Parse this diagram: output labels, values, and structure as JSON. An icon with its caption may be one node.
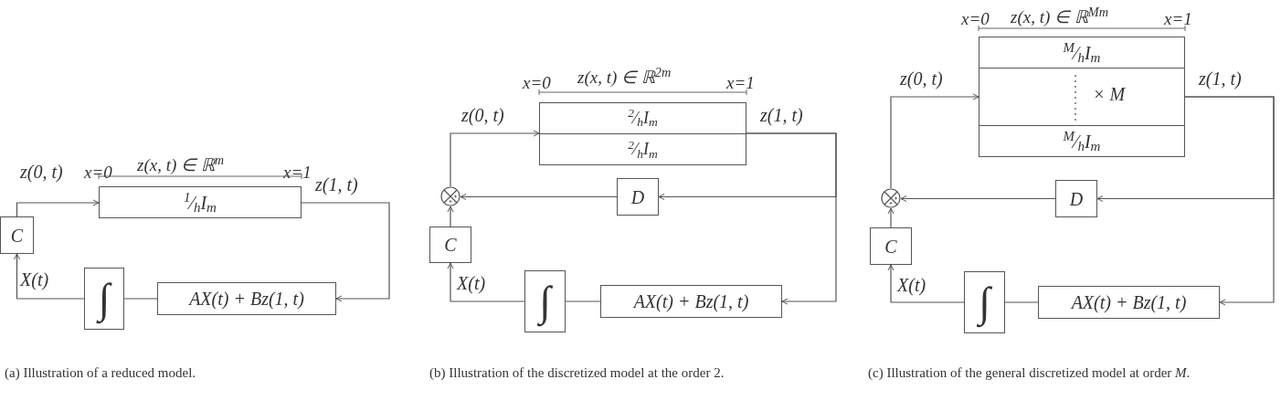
{
  "diagram": {
    "nodes": [
      {
        "text": [
          "C"
        ]
      },
      {
        "text": [
          "∫"
        ]
      },
      {
        "text": [
          "AX(t) + Bz(1, t)"
        ]
      },
      {
        "text": [
          "$^{1}$⁄$_{h}$I$_{m}$"
        ]
      },
      {
        "text": [
          "C"
        ]
      },
      {
        "text": [
          "∫"
        ]
      },
      {
        "text": [
          "AX(t) + Bz(1, t)"
        ]
      },
      {
        "text": [
          "D"
        ]
      },
      {
        "text": [],
        "shape": "circle"
      },
      {
        "text": [
          "$^{2}$⁄$_{h}$I$_{m}$",
          "$^{2}$⁄$_{h}$I$_{m}$"
        ]
      },
      {
        "text": [
          "C"
        ]
      },
      {
        "text": [
          "∫"
        ]
      },
      {
        "text": [
          "AX(t) + Bz(1, t)"
        ]
      },
      {
        "text": [
          "D"
        ]
      },
      {
        "text": [],
        "shape": "circle"
      },
      {
        "text": [
          "× M"
        ]
      },
      {
        "text": [
          "$^{M}$⁄$_{h}$I$_{m}$"
        ],
        "in": 15
      },
      {
        "text": [
          "$^{M}$⁄$_{h}$I$_{m}$"
        ],
        "in": 15
      }
    ],
    "edges": [
      {
        "from": 0,
        "to": 3,
        "arrow": "to",
        "label": "z(0, t)"
      },
      {
        "from": 3,
        "to": 2,
        "arrow": "to",
        "label": "z(1, t)"
      },
      {
        "from": 2,
        "to": 1,
        "arrow": "none"
      },
      {
        "from": 1,
        "to": 0,
        "arrow": "to",
        "label": "X(t)"
      },
      {
        "from": 4,
        "to": 8,
        "arrow": "to"
      },
      {
        "from": 8,
        "to": 9,
        "arrow": "to",
        "label": "z(0, t)"
      },
      {
        "from": 9,
        "to": 6,
        "arrow": "to",
        "label": "z(1, t)"
      },
      {
        "from": 9,
        "to": 7,
        "arrow": "to"
      },
      {
        "from": 7,
        "to": 8,
        "arrow": "to"
      },
      {
        "from": 6,
        "to": 5,
        "arrow": "none"
      },
      {
        "from": 5,
        "to": 4,
        "arrow": "to",
        "label": "X(t)"
      },
      {
        "from": 10,
        "to": 14,
        "arrow": "to"
      },
      {
        "from": 14,
        "to": 15,
        "arrow": "to",
        "label": "z(0, t)"
      },
      {
        "from": 15,
        "to": 12,
        "arrow": "to",
        "label": "z(1, t)"
      },
      {
        "from": 15,
        "to": 13,
        "arrow": "to"
      },
      {
        "from": 13,
        "to": 14,
        "arrow": "to"
      },
      {
        "from": 12,
        "to": 11,
        "arrow": "none"
      },
      {
        "from": 11,
        "to": 10,
        "arrow": "to",
        "label": "X(t)"
      }
    ],
    "labels": [
      "x=0",
      "z(x, t) ∈ ℝ$^{m}$",
      "x=1",
      "x=0",
      "z(x, t) ∈ ℝ$^{2m}$",
      "x=1",
      "x=0",
      "z(x, t) ∈ ℝ$^{Mm}$",
      "x=1",
      "(a) Illustration of a reduced model.",
      "(b) Illustration of the discretized model at the order 2.",
      "(c) Illustration of the general discretized model at order *M*."
    ]
  }
}
